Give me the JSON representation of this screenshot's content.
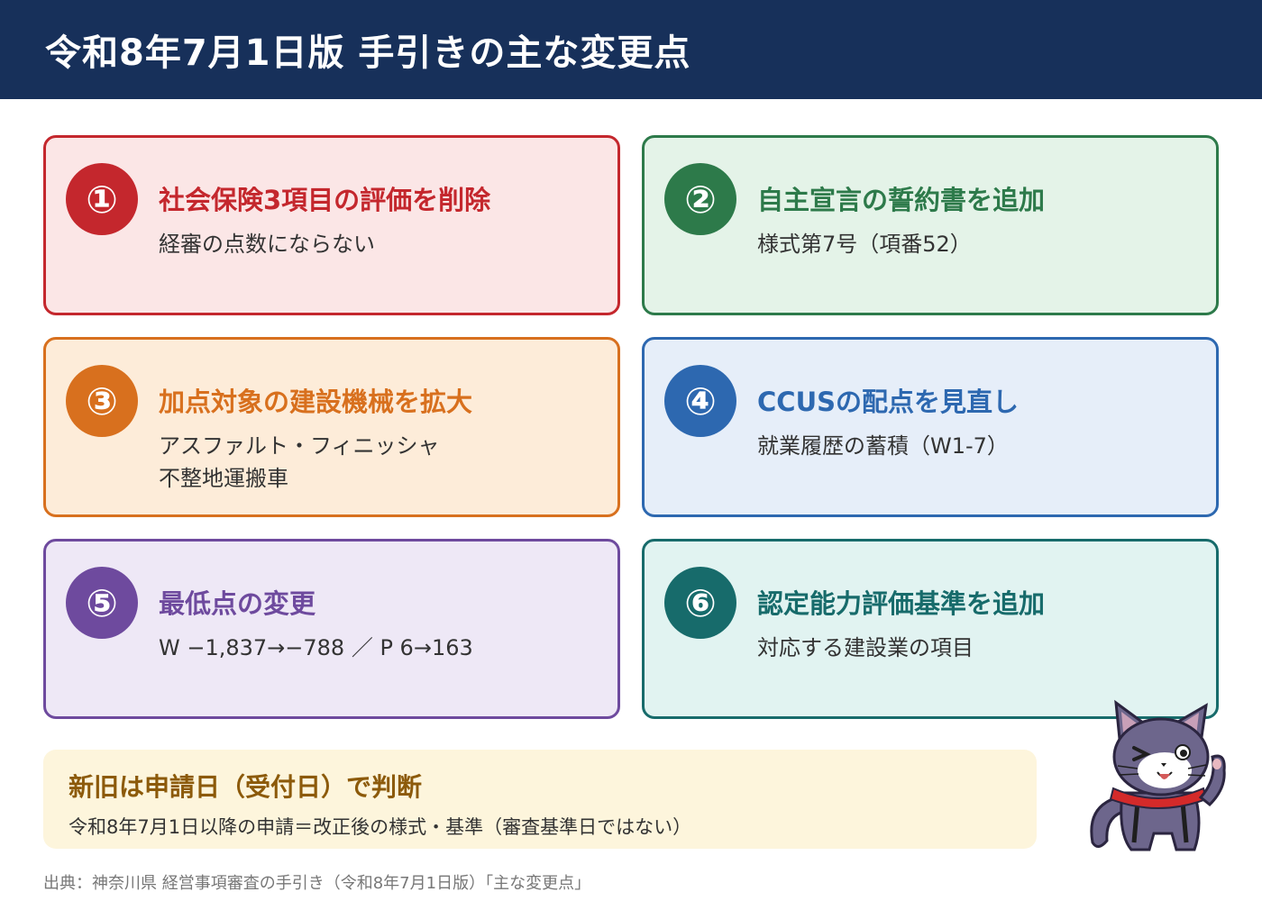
{
  "header": {
    "title": "令和8年7月1日版 手引きの主な変更点"
  },
  "cards": [
    {
      "number": "①",
      "title": "社会保険3項目の評価を削除",
      "lines": [
        "経審の点数にならない"
      ]
    },
    {
      "number": "②",
      "title": "自主宣言の誓約書を追加",
      "lines": [
        "様式第7号（項番52）"
      ]
    },
    {
      "number": "③",
      "title": "加点対象の建設機械を拡大",
      "lines": [
        "アスファルト・フィニッシャ",
        "不整地運搬車"
      ]
    },
    {
      "number": "④",
      "title": "CCUSの配点を見直し",
      "lines": [
        "就業履歴の蓄積（W1-7）"
      ]
    },
    {
      "number": "⑤",
      "title": "最低点の変更",
      "lines": [
        "W −1,837→−788 ／ P 6→163"
      ]
    },
    {
      "number": "⑥",
      "title": "認定能力評価基準を追加",
      "lines": [
        "対応する建設業の項目"
      ]
    }
  ],
  "note": {
    "title": "新旧は申請日（受付日）で判断",
    "text": "令和8年7月1日以降の申請＝改正後の様式・基準（審査基準日ではない）"
  },
  "source": "出典：神奈川県 経営事項審査の手引き（令和8年7月1日版）「主な変更点」",
  "colors": {
    "header_bg": "#17305a",
    "card1": "#c4272d",
    "card2": "#2d7a4a",
    "card3": "#d8701e",
    "card4": "#2d68b0",
    "card5": "#6e4a9e",
    "card6": "#176b6b",
    "note_bg": "#fdf5dc",
    "note_title": "#8c5a0a"
  },
  "illustration": {
    "icon": "cat-mascot-icon"
  }
}
